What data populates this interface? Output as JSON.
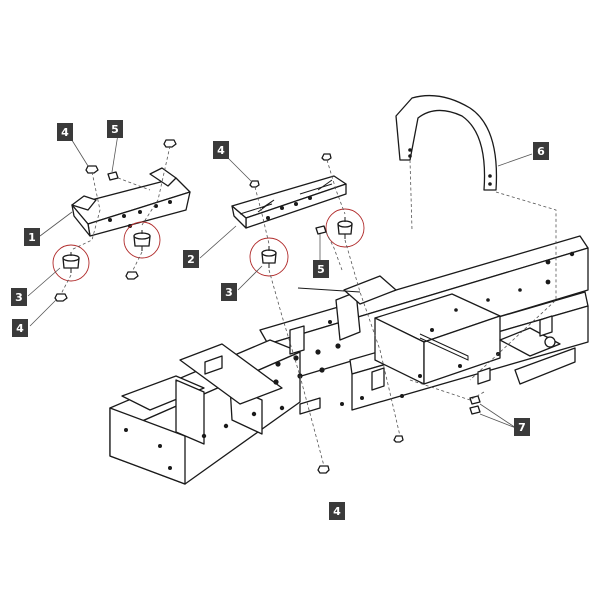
{
  "callouts": [
    {
      "id": "c1",
      "label": "1"
    },
    {
      "id": "c2",
      "label": "2"
    },
    {
      "id": "c3a",
      "label": "3"
    },
    {
      "id": "c3b",
      "label": "3"
    },
    {
      "id": "c4a",
      "label": "4"
    },
    {
      "id": "c4b",
      "label": "4"
    },
    {
      "id": "c4c",
      "label": "4"
    },
    {
      "id": "c4d",
      "label": "4"
    },
    {
      "id": "c5a",
      "label": "5"
    },
    {
      "id": "c5b",
      "label": "5"
    },
    {
      "id": "c6",
      "label": "6"
    },
    {
      "id": "c7",
      "label": "7"
    }
  ],
  "colors": {
    "line": "#1a1a1a",
    "callout_fill": "#3a3a3a",
    "callout_text": "#ffffff",
    "highlight_ring": "#b02a2a",
    "background": "#ffffff"
  }
}
